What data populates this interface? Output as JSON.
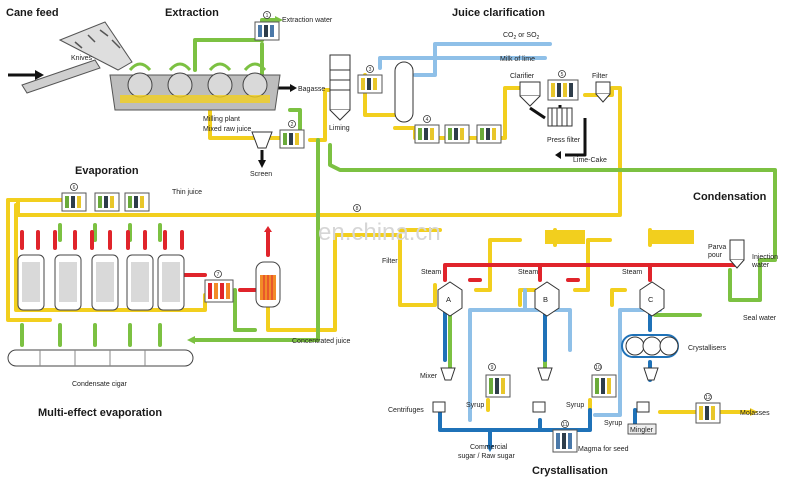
{
  "sections": {
    "cane_feed": "Cane feed",
    "extraction": "Extraction",
    "juice_clarification": "Juice clarification",
    "evaporation": "Evaporation",
    "condensation": "Condensation",
    "multi_effect": "Multi-effect evaporation",
    "crystallisation": "Crystallisation"
  },
  "labels": {
    "knives": "Knives",
    "extraction_water": "Extraction water",
    "bagasse": "Bagasse",
    "milling_plant": "Milling plant",
    "mixed_raw_juice": "Mixed raw juice",
    "screen": "Screen",
    "co2_prefix": "CO",
    "co2_sub": "2",
    "co2_mid": " or SO",
    "so2_sub": "2",
    "milk_of_lime": "Milk of lime",
    "liming": "Liming",
    "clarifier": "Clarifier",
    "filter_top": "Filter",
    "press_filter": "Press filter",
    "lime_cake": "Lime-Cake",
    "thin_juice": "Thin juice",
    "filter_mid": "Filter",
    "steam_a": "Steam",
    "steam_b": "Steam",
    "steam_c": "Steam",
    "vapour_line1": "Parva",
    "vapour_line2": "pour",
    "injection_line1": "Injection",
    "injection_line2": "water",
    "seal_water": "Seal water",
    "concentrated_juice": "Concentrated juice",
    "condensate_cigar": "Condensate cigar",
    "crystallisers": "Crystallisers",
    "mixer": "Mixer",
    "centrifuges": "Centrifuges",
    "syrup_a": "Syrup",
    "syrup_b": "Syrup",
    "syrup_c": "Syrup",
    "mingler": "Mingler",
    "molasses": "Molasses",
    "commercial_line1": "Commercial",
    "commercial_line2": "sugar / Raw sugar",
    "magma": "Magma for seed",
    "pan_a": "A",
    "pan_b": "B",
    "pan_c": "C"
  },
  "watermark": "en.china.cn",
  "markers": [
    "1",
    "2",
    "3",
    "4",
    "5",
    "6",
    "7",
    "8",
    "9",
    "10",
    "11",
    "12"
  ],
  "colors": {
    "juice": "#f2cf1e",
    "water": "#7cc142",
    "steam": "#e0242b",
    "gas": "#8fc0e8",
    "massecuite": "#1f72b8",
    "black": "#111111",
    "extraction_grey": "#b5b5b5"
  }
}
